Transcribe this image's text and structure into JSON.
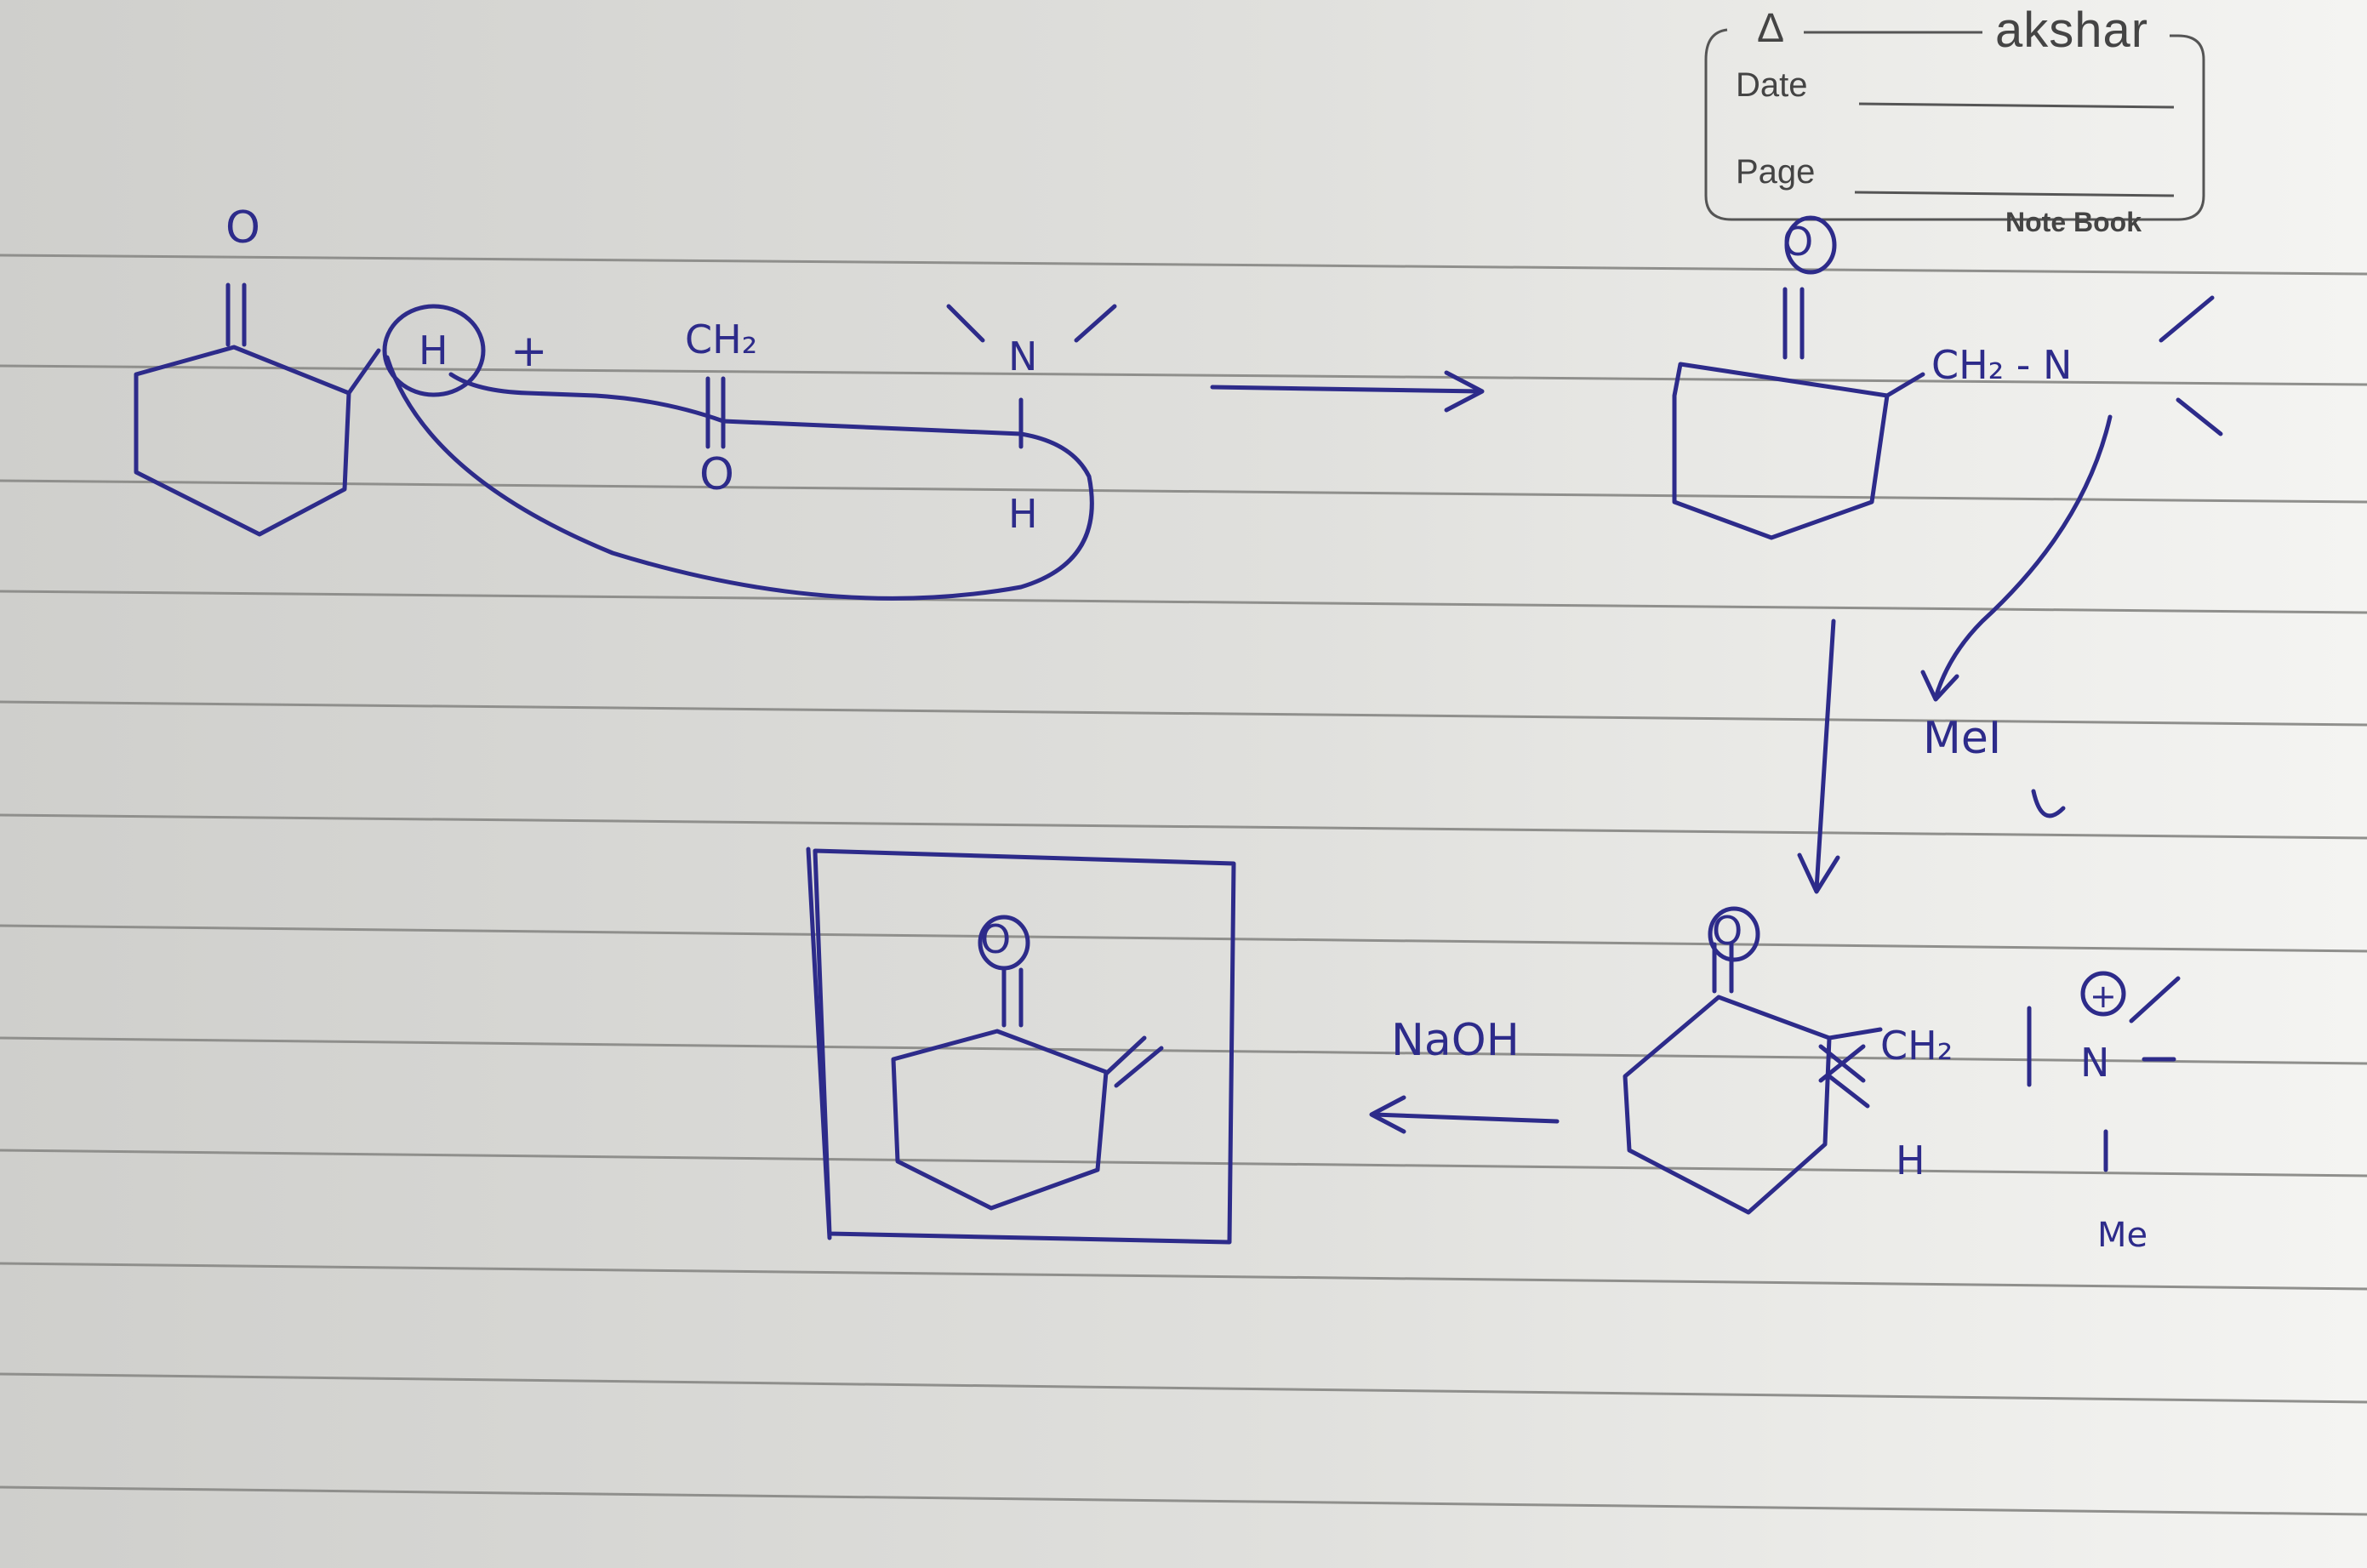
{
  "notebook": {
    "brand_mark": "Δ",
    "brand_name": "akshar",
    "date_label": "Date",
    "page_label": "Page",
    "notebook_label": "Note Book"
  },
  "handwriting": {
    "ketone_o": "O",
    "h_atom": "H",
    "plus": "+",
    "ch2": "CH₂",
    "formaldehyde_o": "O",
    "amine_n": "N",
    "amine_h": "H",
    "mannich_o": "O",
    "mannich_ch2_n": "CH₂ - N",
    "reagent_mei": "MeI",
    "quat_o": "O",
    "quat_ch2": "CH₂",
    "quat_n": "N",
    "quat_plus": "+",
    "quat_h": "H",
    "quat_me": "Me",
    "reagent_naoh": "NaOH",
    "product_o": "O"
  },
  "colors": {
    "ink": "#2d2b8a",
    "ruling": "#8f8f8c",
    "paper": "#e6e6e3"
  }
}
